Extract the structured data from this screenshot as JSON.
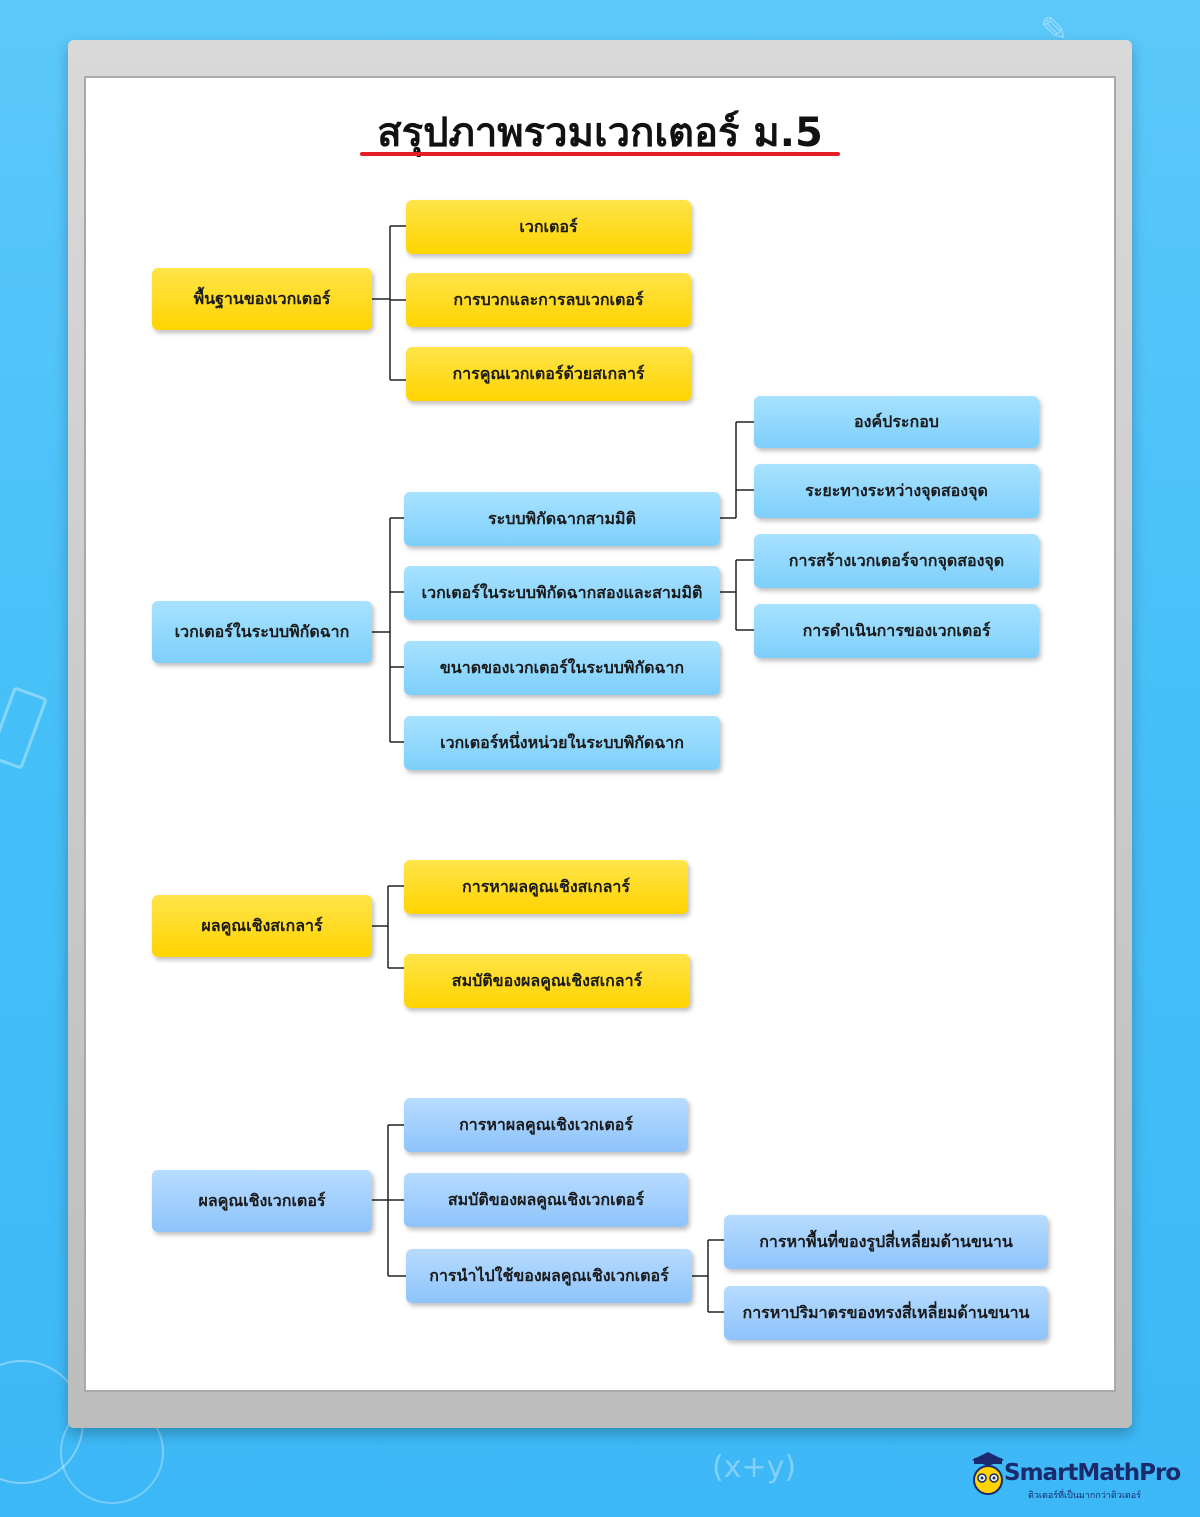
{
  "title": "สรุปภาพรวมเวกเตอร์ ม.5",
  "groups": [
    {
      "root": "พื้นฐานของเวกเตอร์",
      "children": [
        "เวกเตอร์",
        "การบวกและการลบเวกเตอร์",
        "การคูณเวกเตอร์ด้วยสเกลาร์"
      ]
    },
    {
      "root": "เวกเตอร์ในระบบพิกัดฉาก",
      "children": [
        "ระบบพิกัดฉากสามมิติ",
        "เวกเตอร์ในระบบพิกัดฉากสองและสามมิติ",
        "ขนาดของเวกเตอร์ในระบบพิกัดฉาก",
        "เวกเตอร์หนึ่งหน่วยในระบบพิกัดฉาก"
      ],
      "sub1": [
        "องค์ประกอบ",
        "ระยะทางระหว่างจุดสองจุด"
      ],
      "sub2": [
        "การสร้างเวกเตอร์จากจุดสองจุด",
        "การดำเนินการของเวกเตอร์"
      ]
    },
    {
      "root": "ผลคูณเชิงสเกลาร์",
      "children": [
        "การหาผลคูณเชิงสเกลาร์",
        "สมบัติของผลคูณเชิงสเกลาร์"
      ]
    },
    {
      "root": "ผลคูณเชิงเวกเตอร์",
      "children": [
        "การหาผลคูณเชิงเวกเตอร์",
        "สมบัติของผลคูณเชิงเวกเตอร์",
        "การนำไปใช้ของผลคูณเชิงเวกเตอร์"
      ],
      "sub": [
        "การหาพื้นที่ของรูปสี่เหลี่ยมด้านขนาน",
        "การหาปริมาตรของทรงสี่เหลี่ยมด้านขนาน"
      ]
    }
  ],
  "colors": {
    "yellow": "#ffd400",
    "blue": "#7dcffb",
    "blue2": "#8ec3fb",
    "underline": "#e31e24"
  },
  "logo": {
    "name": "SmartMathPro",
    "tagline": "ติวเตอร์ที่เป็นมากกว่าติวเตอร์",
    "icon": "graduate-owl-icon"
  },
  "decor": {
    "formula": "(x+y)"
  }
}
